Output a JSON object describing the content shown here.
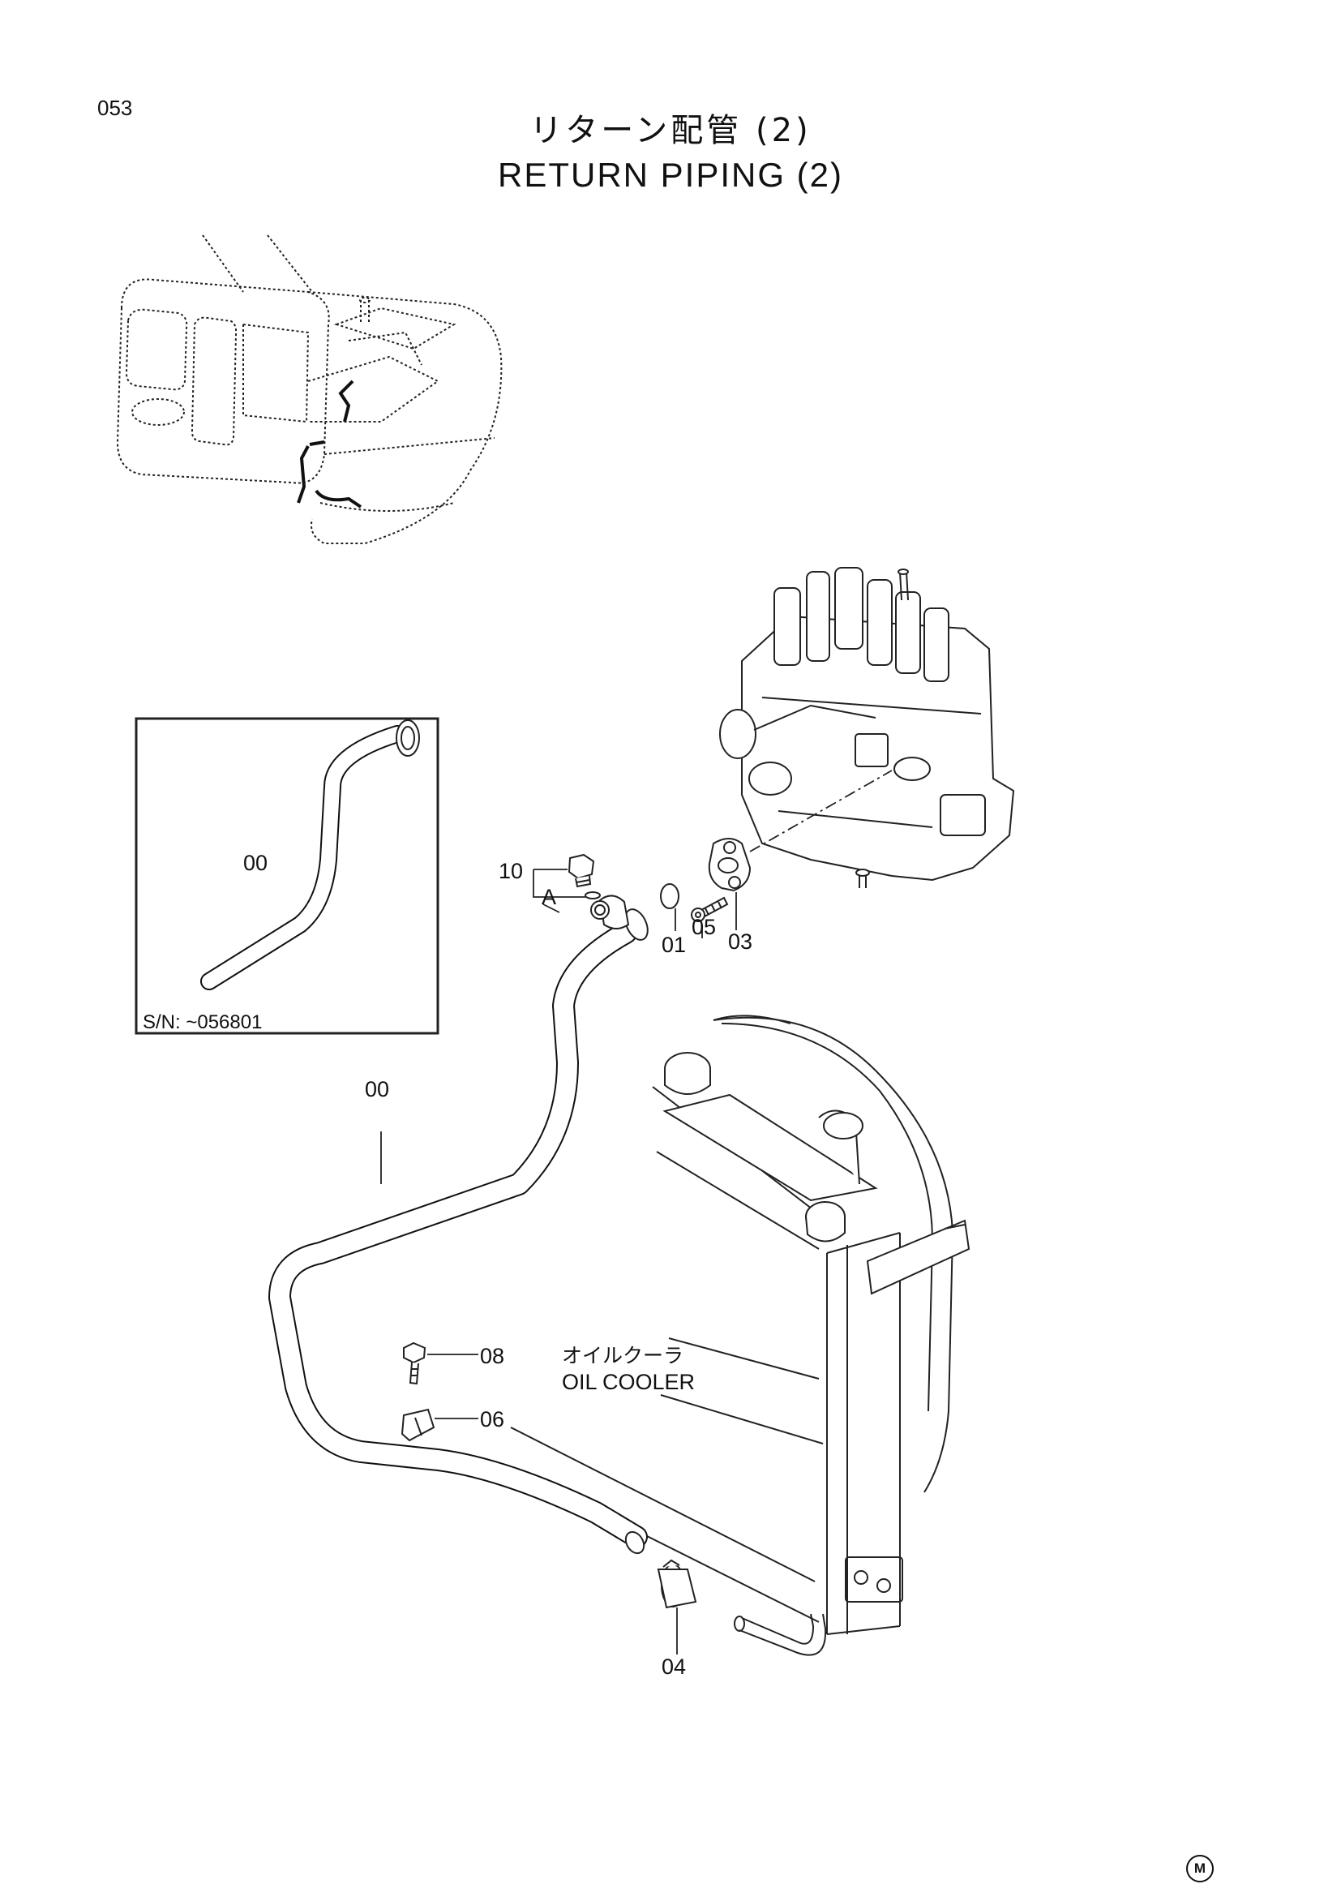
{
  "page": {
    "number": "053",
    "title_ja": "リターン配管 (2)",
    "title_en": "RETURN PIPING (2)",
    "corner_mark": "M"
  },
  "inset": {
    "part_label": "00",
    "serial_note": "S/N: ~056801"
  },
  "callouts": {
    "p10": "10",
    "detail_a": "A",
    "p01": "01",
    "p05": "05",
    "p03": "03",
    "p00": "00",
    "p08": "08",
    "p06": "06",
    "p04": "04"
  },
  "component_labels": {
    "oil_cooler_ja": "オイルクーラ",
    "oil_cooler_en": "OIL COOLER"
  }
}
